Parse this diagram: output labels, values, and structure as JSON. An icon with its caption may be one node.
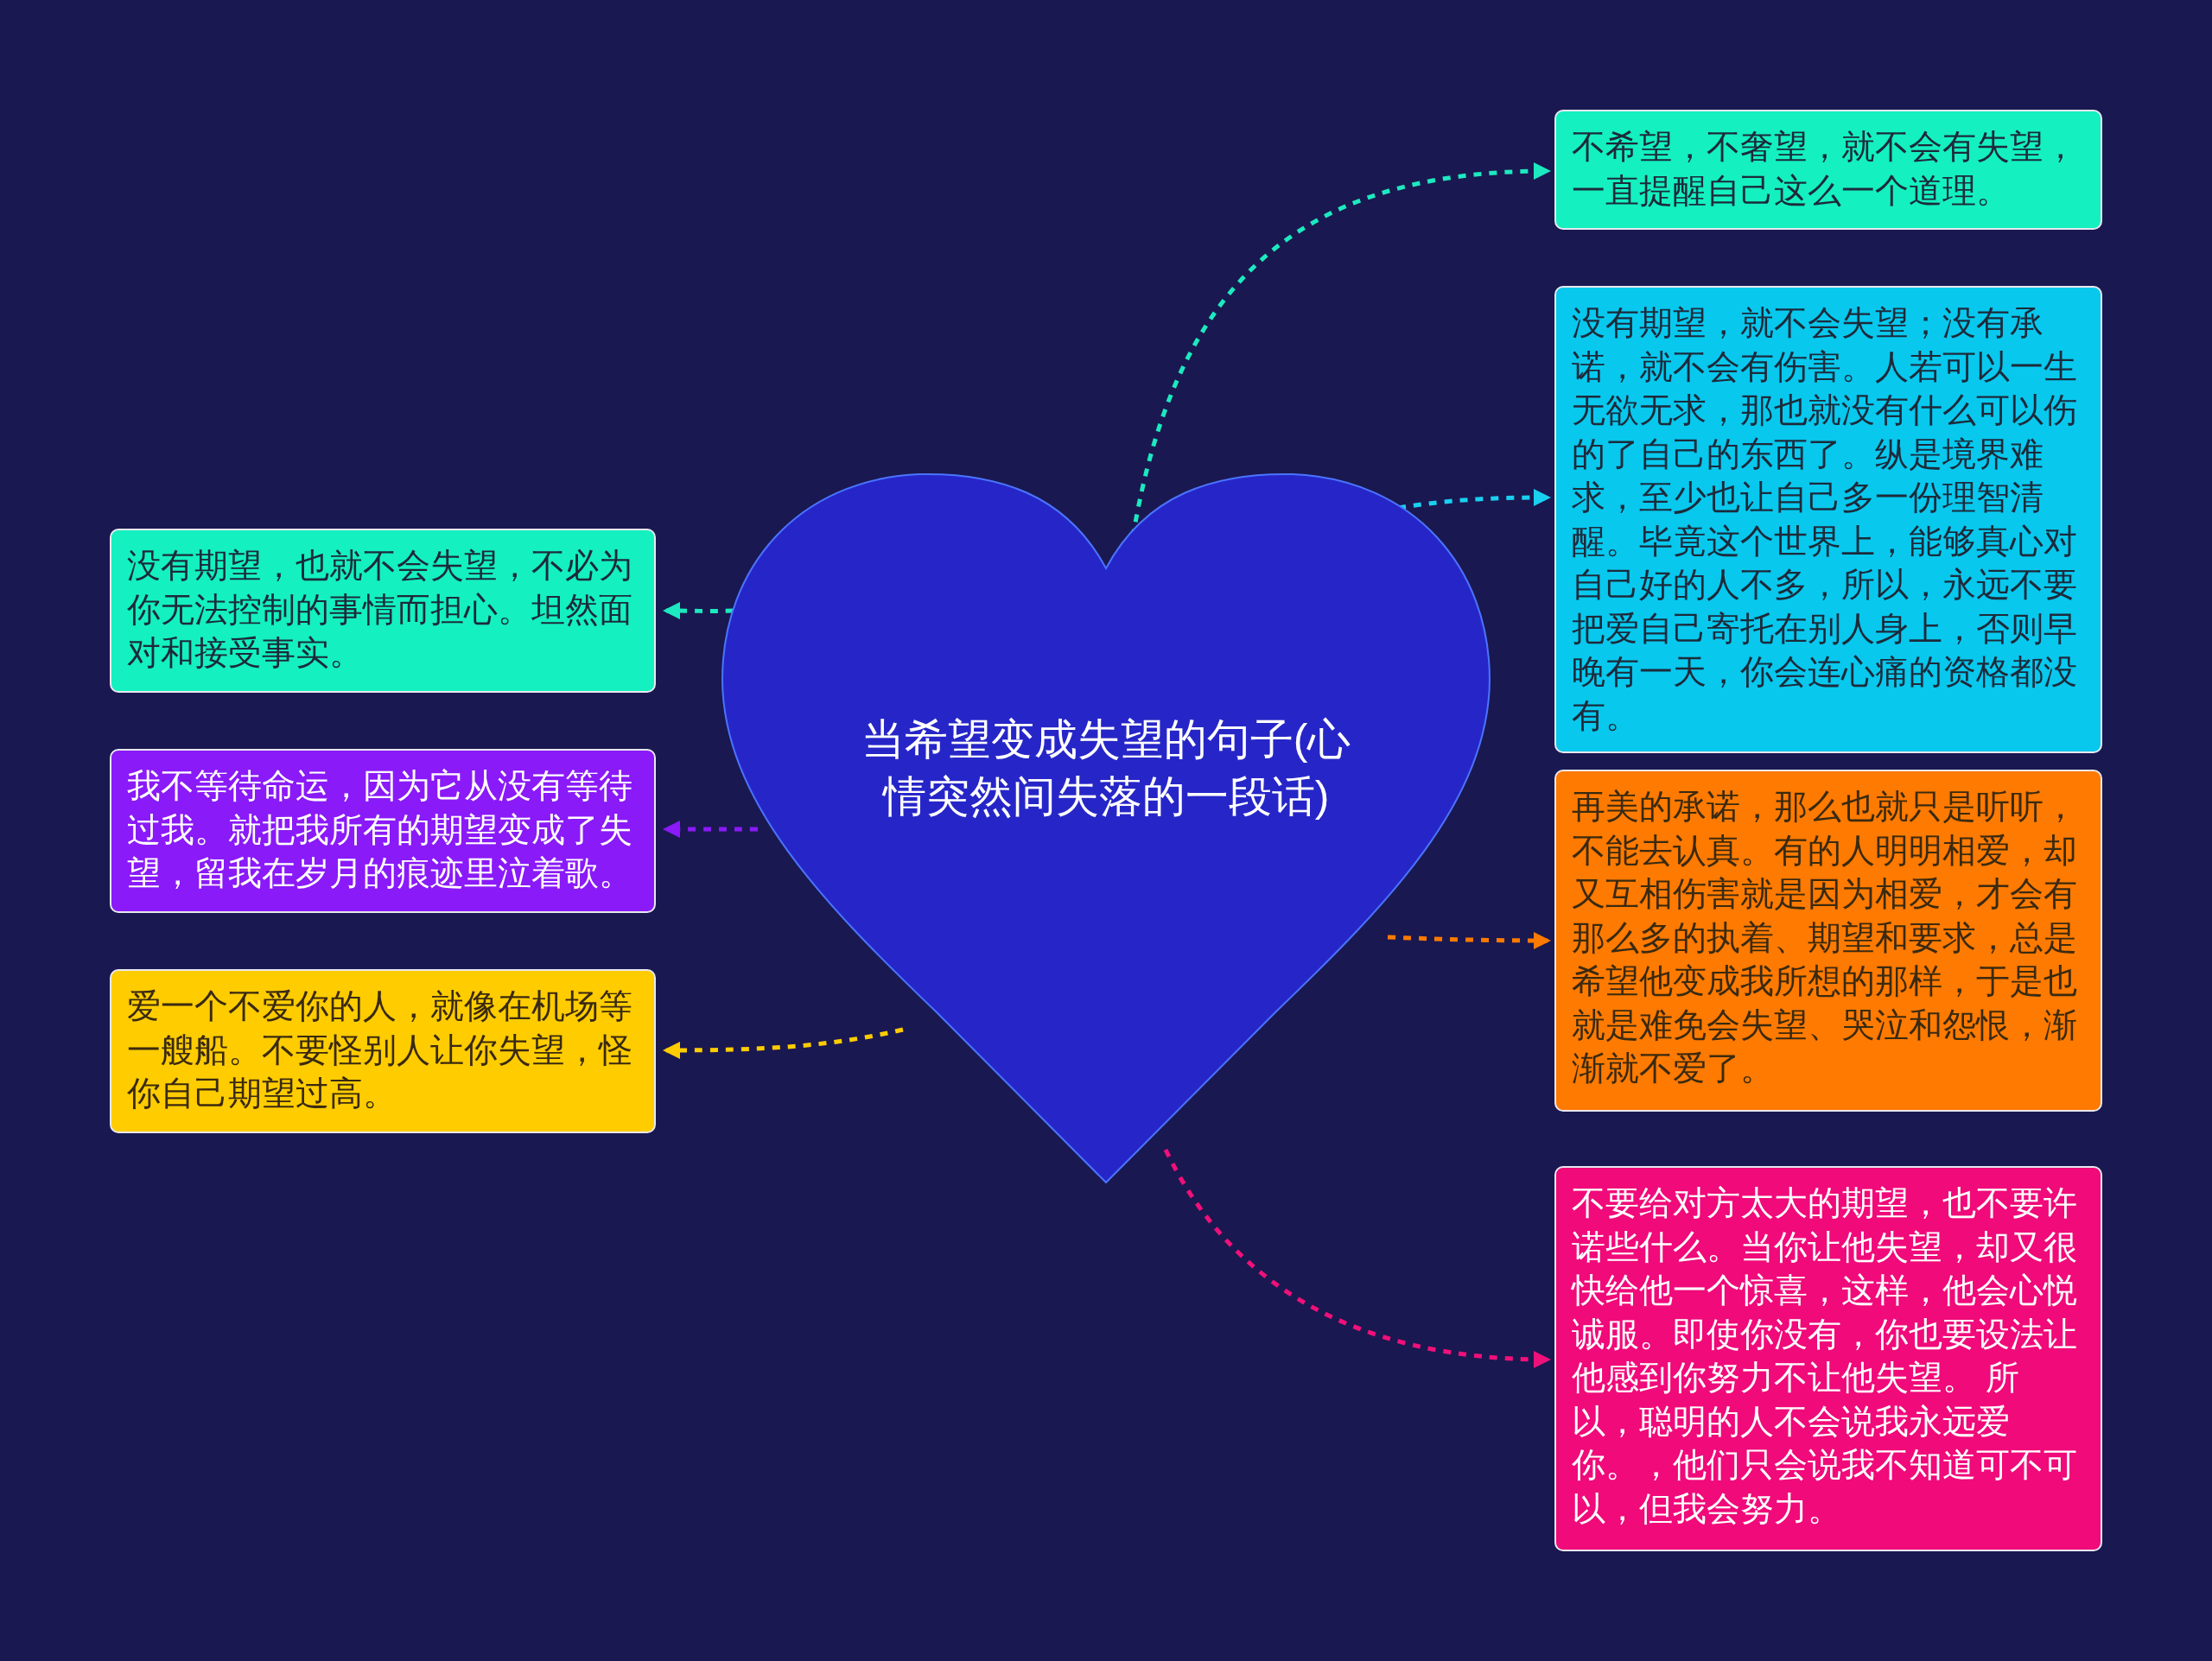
{
  "diagram": {
    "nodes": [
      {
        "text": [
          "当希望变成失望的句子(心情突然间失落的一段话)"
        ]
      },
      {
        "text": [
          "不希望，不奢望，就不会有失望，一直提醒自己这么一个道理。"
        ]
      },
      {
        "text": [
          "没有期望，就不会失望；没有承诺，就不会有伤害。人若可以一生无欲无求，那也就没有什么可以伤的了自己的东西了。纵是境界难求，至少也让自己多一份理智清醒。毕竟这个世界上，能够真心对自己好的人不多，所以，永远不要把爱自己寄托在别人身上，否则早晚有一天，你会连心痛的资格都没有。"
        ]
      },
      {
        "text": [
          "再美的承诺，那么也就只是听听，不能去认真。有的人明明相爱，却又互相伤害就是因为相爱，才会有那么多的执着、期望和要求，总是希望他变成我所想的那样，于是也就是难免会失望、哭泣和怨恨，渐渐就不爱了。"
        ]
      },
      {
        "text": [
          "不要给对方太大的期望，也不要许诺些什么。当你让他失望，却又很快给他一个惊喜，这样，他会心悦诚服。即使你没有，你也要设法让他感到你努力不让他失望。 所以，聪明的人不会说我永远爱你。，他们只会说我不知道可不可以，但我会努力。"
        ]
      },
      {
        "text": [
          "没有期望，也就不会失望，不必为你无法控制的事情而担心。坦然面对和接受事实。"
        ]
      },
      {
        "text": [
          "我不等待命运，因为它从没有等待过我。就把我所有的期望变成了失望，留我在岁月的痕迹里泣着歌。"
        ]
      },
      {
        "text": [
          "爱一个不爱你的人，就像在机场等一艘船。不要怪别人让你失望，怪你自己期望过高。"
        ]
      }
    ],
    "edges": [
      {
        "from": 0,
        "to": 1,
        "arrow": "to",
        "style": "dashed",
        "color": "#1de9c0"
      },
      {
        "from": 0,
        "to": 2,
        "arrow": "to",
        "style": "dashed",
        "color": "#1ad0f0"
      },
      {
        "from": 0,
        "to": 3,
        "arrow": "to",
        "style": "dashed",
        "color": "#ff7a00"
      },
      {
        "from": 0,
        "to": 4,
        "arrow": "to",
        "style": "dashed",
        "color": "#f0107a"
      },
      {
        "from": 0,
        "to": 5,
        "arrow": "to",
        "style": "dashed",
        "color": "#1de9c0"
      },
      {
        "from": 0,
        "to": 6,
        "arrow": "to",
        "style": "dashed",
        "color": "#8a1af8"
      },
      {
        "from": 0,
        "to": 7,
        "arrow": "to",
        "style": "dashed",
        "color": "#ffcc00"
      }
    ]
  }
}
